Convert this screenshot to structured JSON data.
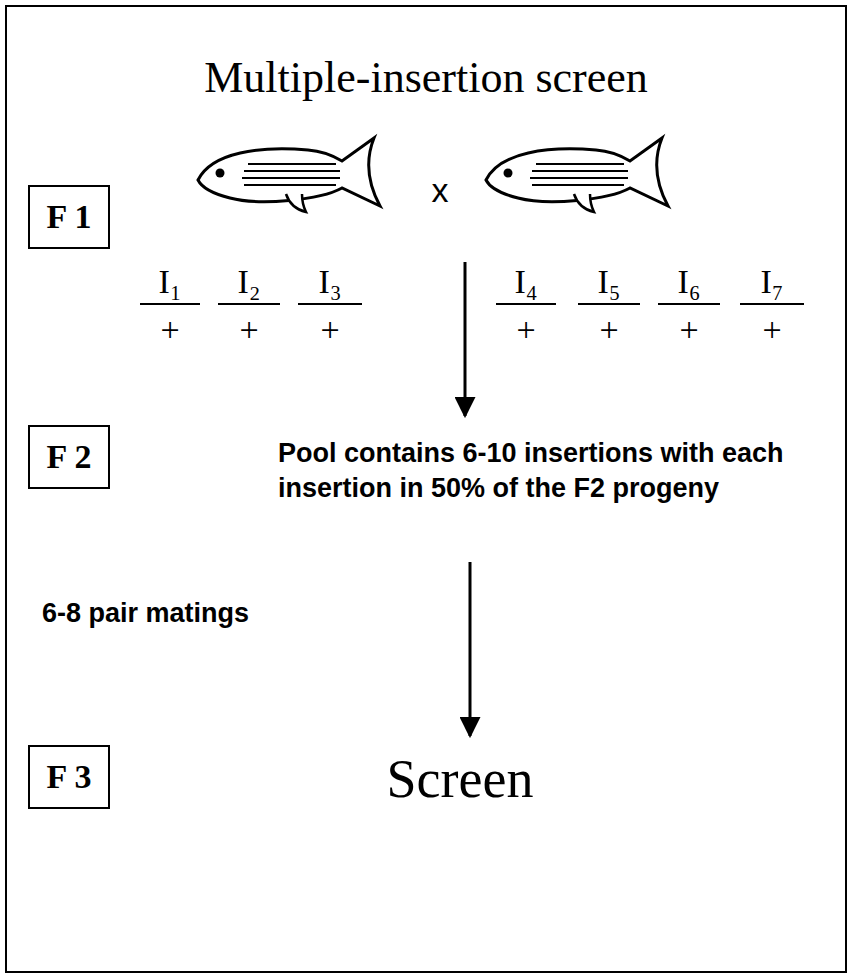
{
  "diagram": {
    "title": "Multiple-insertion screen",
    "nodes": [
      {
        "text": [
          "F 1"
        ]
      },
      {
        "text": [
          "F 2"
        ]
      },
      {
        "text": [
          "F 3"
        ]
      }
    ],
    "labels": [
      "x",
      "I₁",
      "+",
      "I₂",
      "+",
      "I₃",
      "+",
      "I₄",
      "+",
      "I₅",
      "+",
      "I₆",
      "+",
      "I₇",
      "+",
      "Pool contains 6-10 insertions with each insertion in 50% of the F2 progeny",
      "6-8 pair matings",
      "Screen"
    ]
  }
}
